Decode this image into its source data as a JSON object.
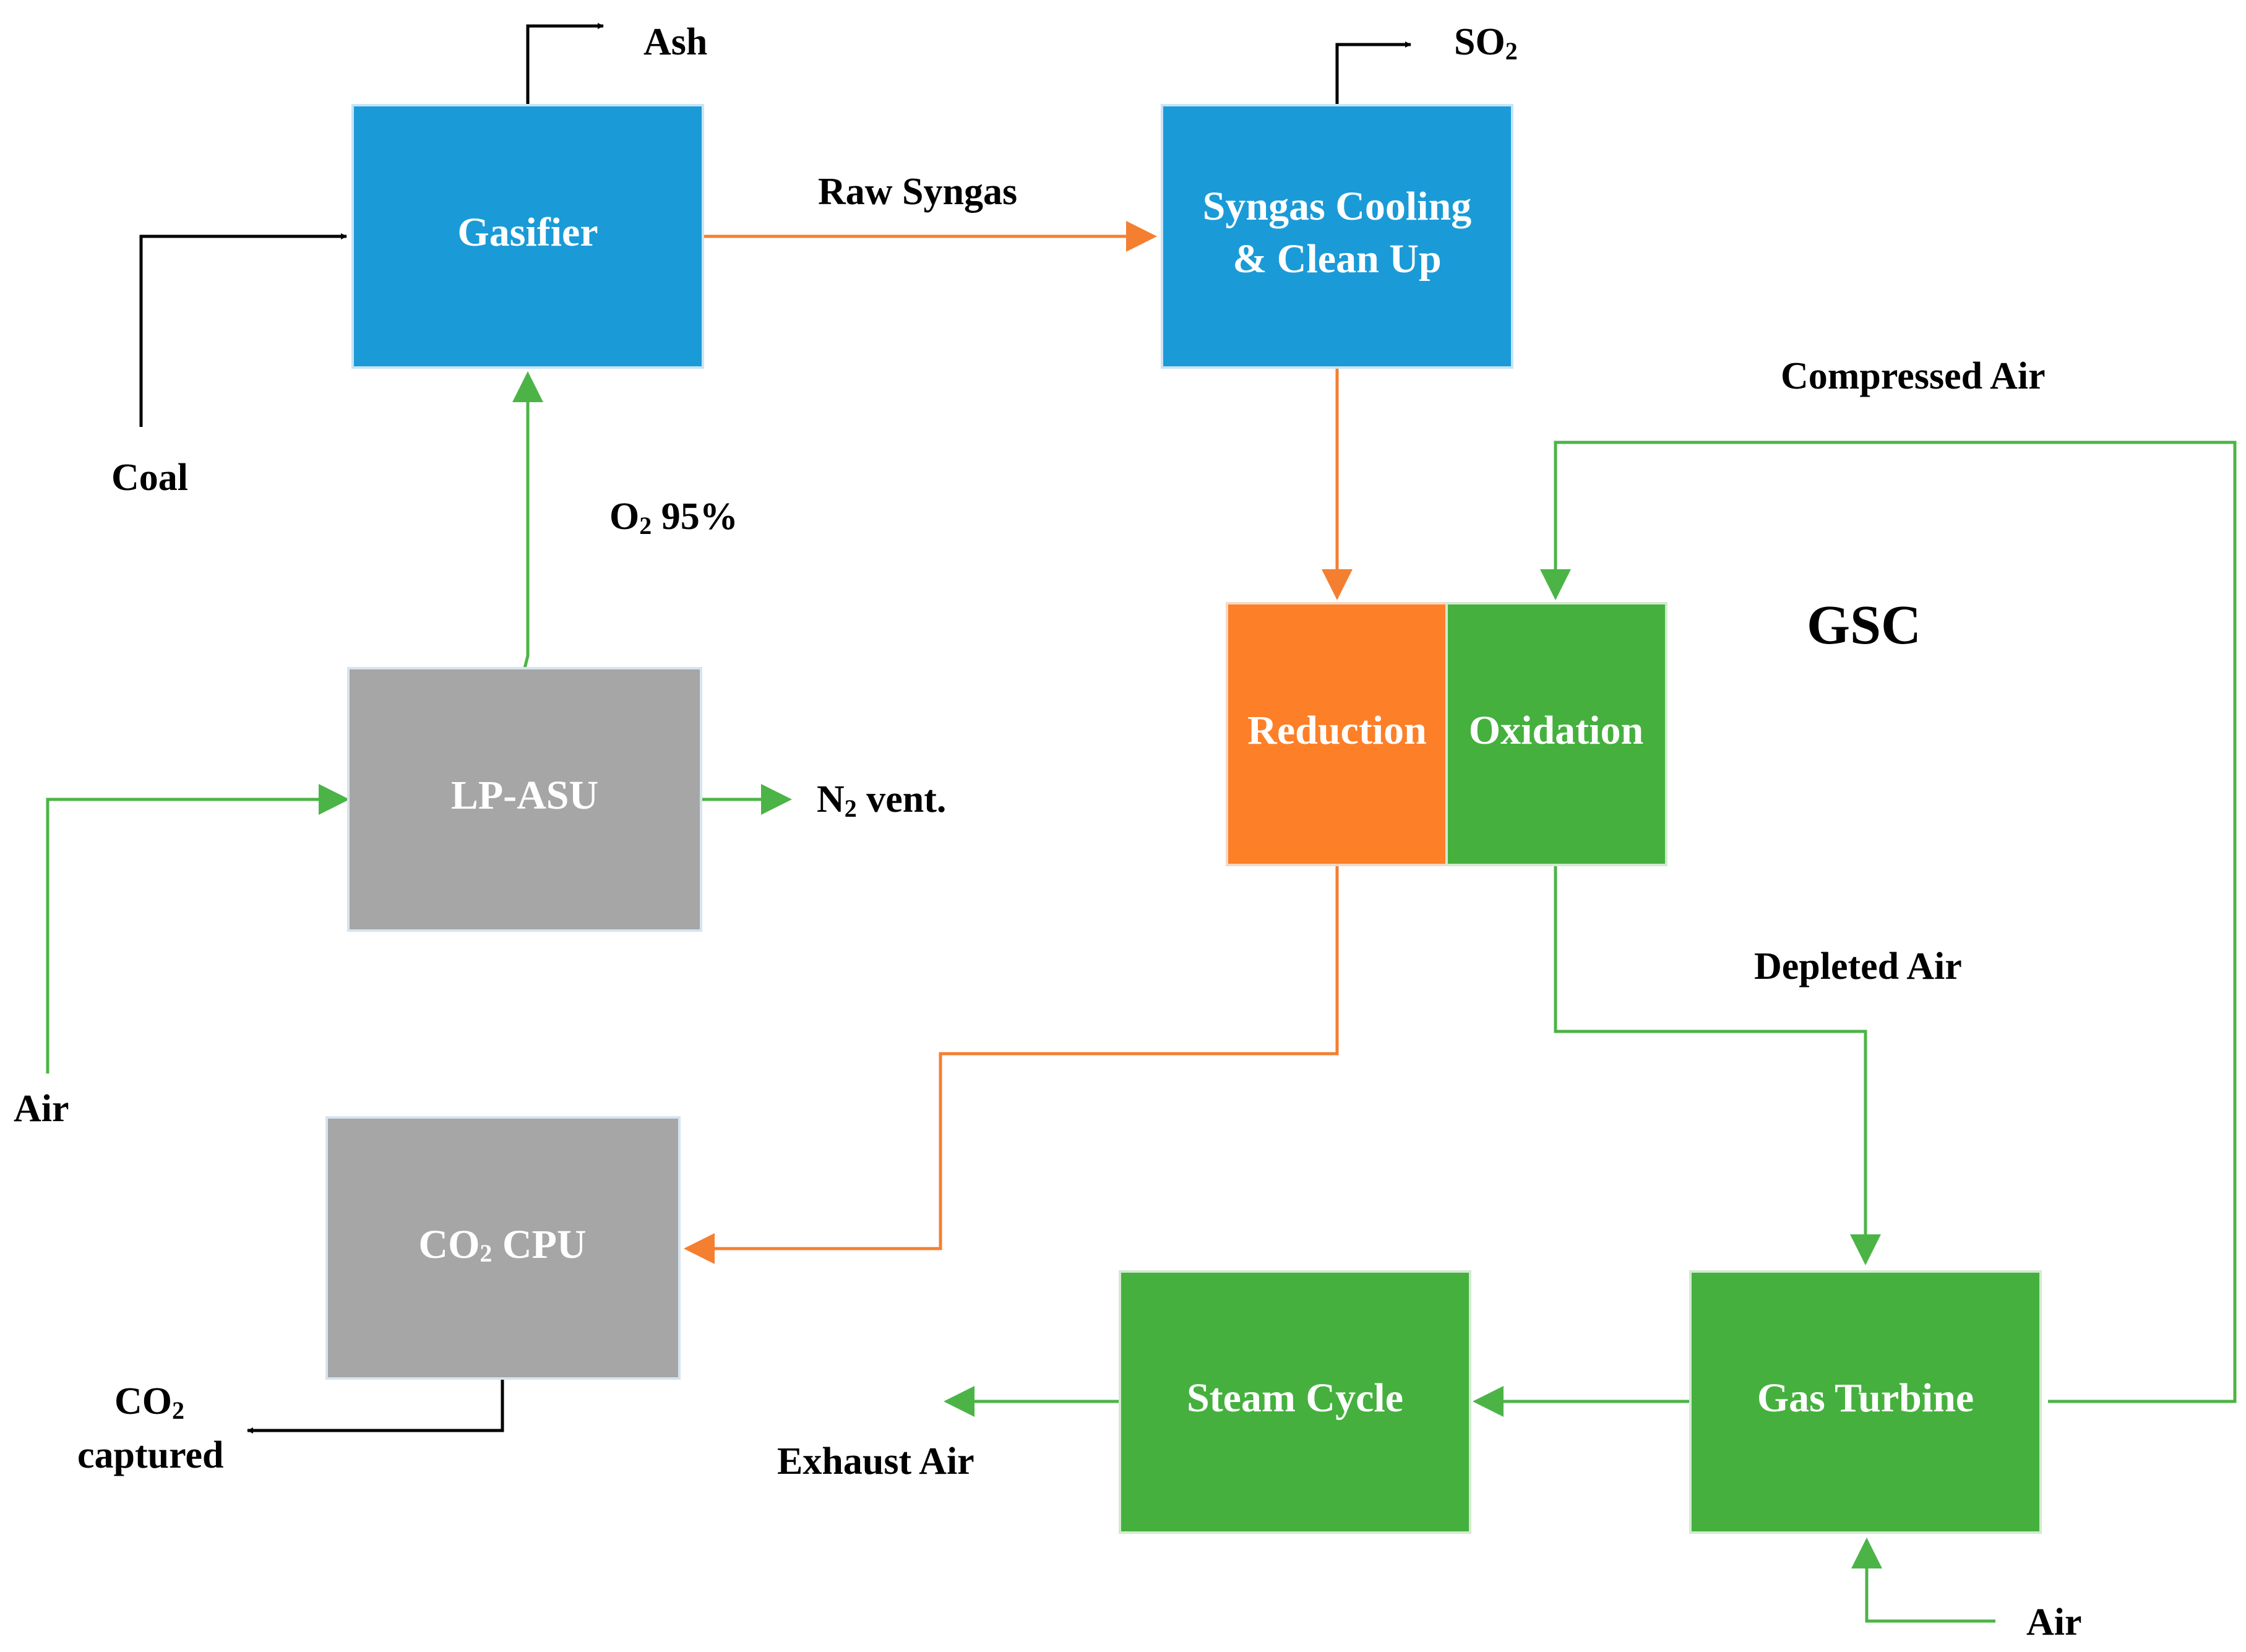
{
  "colors": {
    "blue": "#1a9bd7",
    "gray": "#a6a6a6",
    "orange": "#fd7f28",
    "green": "#45b03e",
    "line_orange": "#f47f31",
    "line_green": "#4cb447",
    "line_black": "#000000"
  },
  "boxes": {
    "gasifier": "Gasifier",
    "syngas_line1": "Syngas Cooling",
    "syngas_line2": "& Clean Up",
    "lp_asu": "LP-ASU",
    "reduction": "Reduction",
    "oxidation": "Oxidation",
    "co2_cpu_main": "CO",
    "co2_cpu_sub": "2",
    "co2_cpu_tail": " CPU",
    "steam_cycle": "Steam Cycle",
    "gas_turbine": "Gas Turbine"
  },
  "labels": {
    "ash": "Ash",
    "so2_main": "SO",
    "so2_sub": "2",
    "raw_syngas": "Raw Syngas",
    "coal": "Coal",
    "o2_main": "O",
    "o2_sub": "2",
    "o2_tail": " 95%",
    "compressed_air": "Compressed Air",
    "gsc": "GSC",
    "air_left": "Air",
    "n2_main": "N",
    "n2_sub": "2",
    "n2_tail": " vent.",
    "depleted_air": "Depleted Air",
    "co2_captured_main": "CO",
    "co2_captured_sub": "2",
    "co2_captured_line2": "captured",
    "exhaust_air": "Exhaust Air",
    "air_bottom": "Air"
  }
}
